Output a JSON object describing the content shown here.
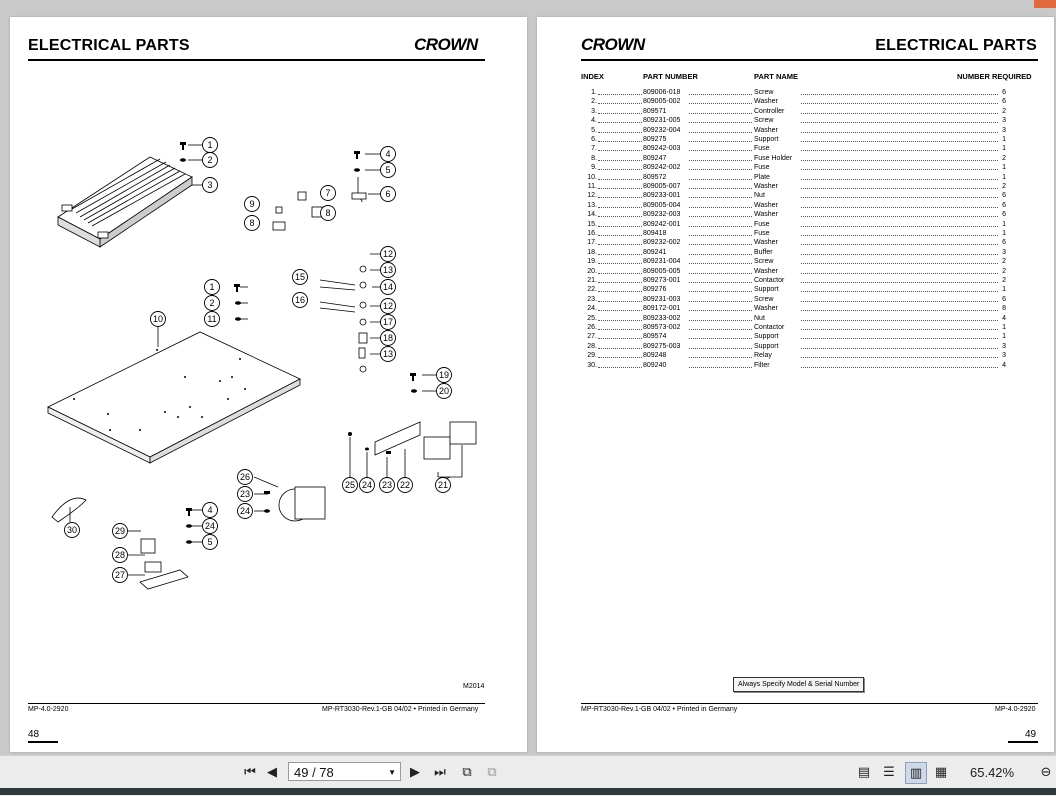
{
  "left_page": {
    "title": "ELECTRICAL PARTS",
    "logo": "CROWN",
    "figure_code": "M2014",
    "footer_left": "MP-4.0-2920",
    "footer_right": "MP-RT3030-Rev.1-GB 04/02 • Printed in Germany",
    "page_number": "48",
    "callouts": [
      "1",
      "2",
      "3",
      "4",
      "5",
      "6",
      "7",
      "8",
      "9",
      "8",
      "12",
      "13",
      "14",
      "15",
      "16",
      "12",
      "17",
      "18",
      "13",
      "1",
      "2",
      "11",
      "10",
      "19",
      "20",
      "26",
      "23",
      "24",
      "25",
      "24",
      "23",
      "22",
      "21",
      "30",
      "4",
      "24",
      "5",
      "29",
      "28",
      "27"
    ]
  },
  "right_page": {
    "title": "ELECTRICAL PARTS",
    "logo": "CROWN",
    "headers": {
      "index": "INDEX",
      "part_number": "PART NUMBER",
      "part_name": "PART NAME",
      "qty": "NUMBER REQUIRED"
    },
    "rows": [
      {
        "i": "1.",
        "pn": "809006-018",
        "nm": "Screw",
        "q": "6"
      },
      {
        "i": "2.",
        "pn": "809005-002",
        "nm": "Washer",
        "q": "6"
      },
      {
        "i": "3.",
        "pn": "809571",
        "nm": "Controller",
        "q": "2"
      },
      {
        "i": "4.",
        "pn": "809231-005",
        "nm": "Screw",
        "q": "3"
      },
      {
        "i": "5.",
        "pn": "809232-004",
        "nm": "Washer",
        "q": "3"
      },
      {
        "i": "6.",
        "pn": "809275",
        "nm": "Support",
        "q": "1"
      },
      {
        "i": "7.",
        "pn": "809242-003",
        "nm": "Fuse",
        "q": "1"
      },
      {
        "i": "8.",
        "pn": "809247",
        "nm": "Fuse Holder",
        "q": "2"
      },
      {
        "i": "9.",
        "pn": "809242-002",
        "nm": "Fuse",
        "q": "1"
      },
      {
        "i": "10.",
        "pn": "809572",
        "nm": "Plate",
        "q": "1"
      },
      {
        "i": "11.",
        "pn": "809005-007",
        "nm": "Washer",
        "q": "2"
      },
      {
        "i": "12.",
        "pn": "809233-001",
        "nm": "Nut",
        "q": "6"
      },
      {
        "i": "13.",
        "pn": "809005-004",
        "nm": "Washer",
        "q": "6"
      },
      {
        "i": "14.",
        "pn": "809232-003",
        "nm": "Washer",
        "q": "6"
      },
      {
        "i": "15.",
        "pn": "809242-001",
        "nm": "Fuse",
        "q": "1"
      },
      {
        "i": "16.",
        "pn": "809418",
        "nm": "Fuse",
        "q": "1"
      },
      {
        "i": "17.",
        "pn": "809232-002",
        "nm": "Washer",
        "q": "6"
      },
      {
        "i": "18.",
        "pn": "809241",
        "nm": "Buffer",
        "q": "3"
      },
      {
        "i": "19.",
        "pn": "809231-004",
        "nm": "Screw",
        "q": "2"
      },
      {
        "i": "20.",
        "pn": "809005-005",
        "nm": "Washer",
        "q": "2"
      },
      {
        "i": "21.",
        "pn": "809273-001",
        "nm": "Contactor",
        "q": "2"
      },
      {
        "i": "22.",
        "pn": "809276",
        "nm": "Support",
        "q": "1"
      },
      {
        "i": "23.",
        "pn": "809231-003",
        "nm": "Screw",
        "q": "6"
      },
      {
        "i": "24.",
        "pn": "809172-001",
        "nm": "Washer",
        "q": "8"
      },
      {
        "i": "25.",
        "pn": "809233-002",
        "nm": "Nut",
        "q": "4"
      },
      {
        "i": "26.",
        "pn": "809573-002",
        "nm": "Contactor",
        "q": "1"
      },
      {
        "i": "27.",
        "pn": "809574",
        "nm": "Support",
        "q": "1"
      },
      {
        "i": "28.",
        "pn": "809275-003",
        "nm": "Support",
        "q": "3"
      },
      {
        "i": "29.",
        "pn": "809248",
        "nm": "Relay",
        "q": "3"
      },
      {
        "i": "30.",
        "pn": "809240",
        "nm": "Filter",
        "q": "4"
      }
    ],
    "note": "Always Specify Model & Serial Number",
    "footer_left": "MP-RT3030-Rev.1-GB 04/02 • Printed in Germany",
    "footer_right": "MP-4.0-2920",
    "page_number": "49"
  },
  "toolbar": {
    "page_indicator": "49 / 78",
    "zoom": "65.42%",
    "icons": [
      "first-page-icon",
      "previous-page-icon",
      "next-page-icon",
      "last-page-icon",
      "copy-icon",
      "paste-icon",
      "single-page-icon",
      "continuous-icon",
      "two-page-icon",
      "two-page-continuous-icon",
      "zoom-out-icon"
    ]
  },
  "colors": {
    "background": "#c9c9c9",
    "page": "#ffffff",
    "toolbar": "#ececec",
    "accent": "#e06a3b"
  }
}
